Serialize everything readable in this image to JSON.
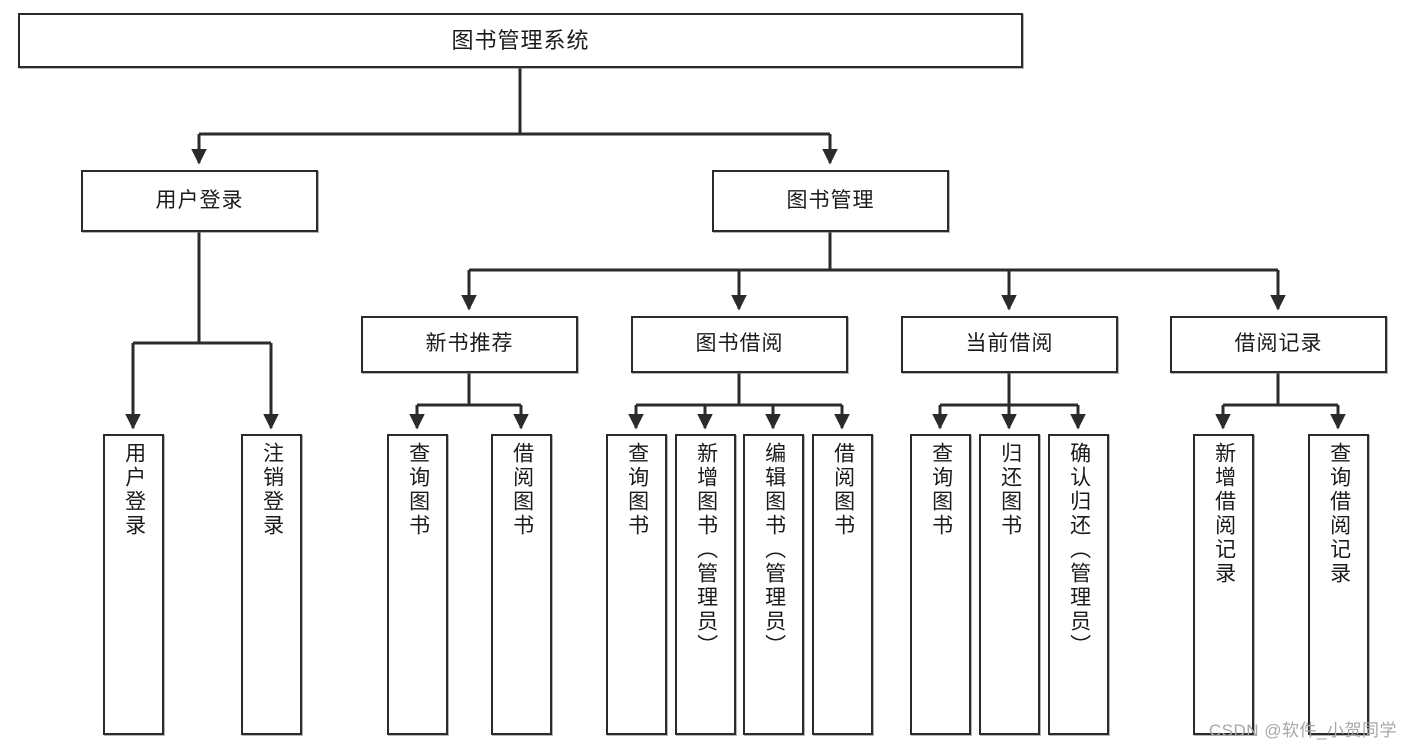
{
  "diagram": {
    "title": "图书管理系统",
    "type": "tree-hierarchy-chart",
    "root": {
      "label": "图书管理系统"
    },
    "level2": [
      {
        "label": "用户登录"
      },
      {
        "label": "图书管理"
      }
    ],
    "level3": [
      {
        "label": "新书推荐"
      },
      {
        "label": "图书借阅"
      },
      {
        "label": "当前借阅"
      },
      {
        "label": "借阅记录"
      }
    ],
    "leaves": {
      "user_login": [
        {
          "label": "用户登录"
        },
        {
          "label": "注销登录"
        }
      ],
      "new_book_recommend": [
        {
          "label": "查询图书"
        },
        {
          "label": "借阅图书"
        }
      ],
      "book_borrow": [
        {
          "label": "查询图书"
        },
        {
          "label": "新增图书（管理员）"
        },
        {
          "label": "编辑图书（管理员）"
        },
        {
          "label": "借阅图书"
        }
      ],
      "current_borrow": [
        {
          "label": "查询图书"
        },
        {
          "label": "归还图书"
        },
        {
          "label": "确认归还（管理员）"
        }
      ],
      "borrow_record": [
        {
          "label": "新增借阅记录"
        },
        {
          "label": "查询借阅记录"
        }
      ]
    }
  },
  "watermark": {
    "text": "CSDN @软件_小贺同学"
  },
  "colors": {
    "border": "#2b2b2b",
    "background": "#ffffff",
    "text": "#1b1b1b",
    "watermark": "#a8a8a8"
  }
}
